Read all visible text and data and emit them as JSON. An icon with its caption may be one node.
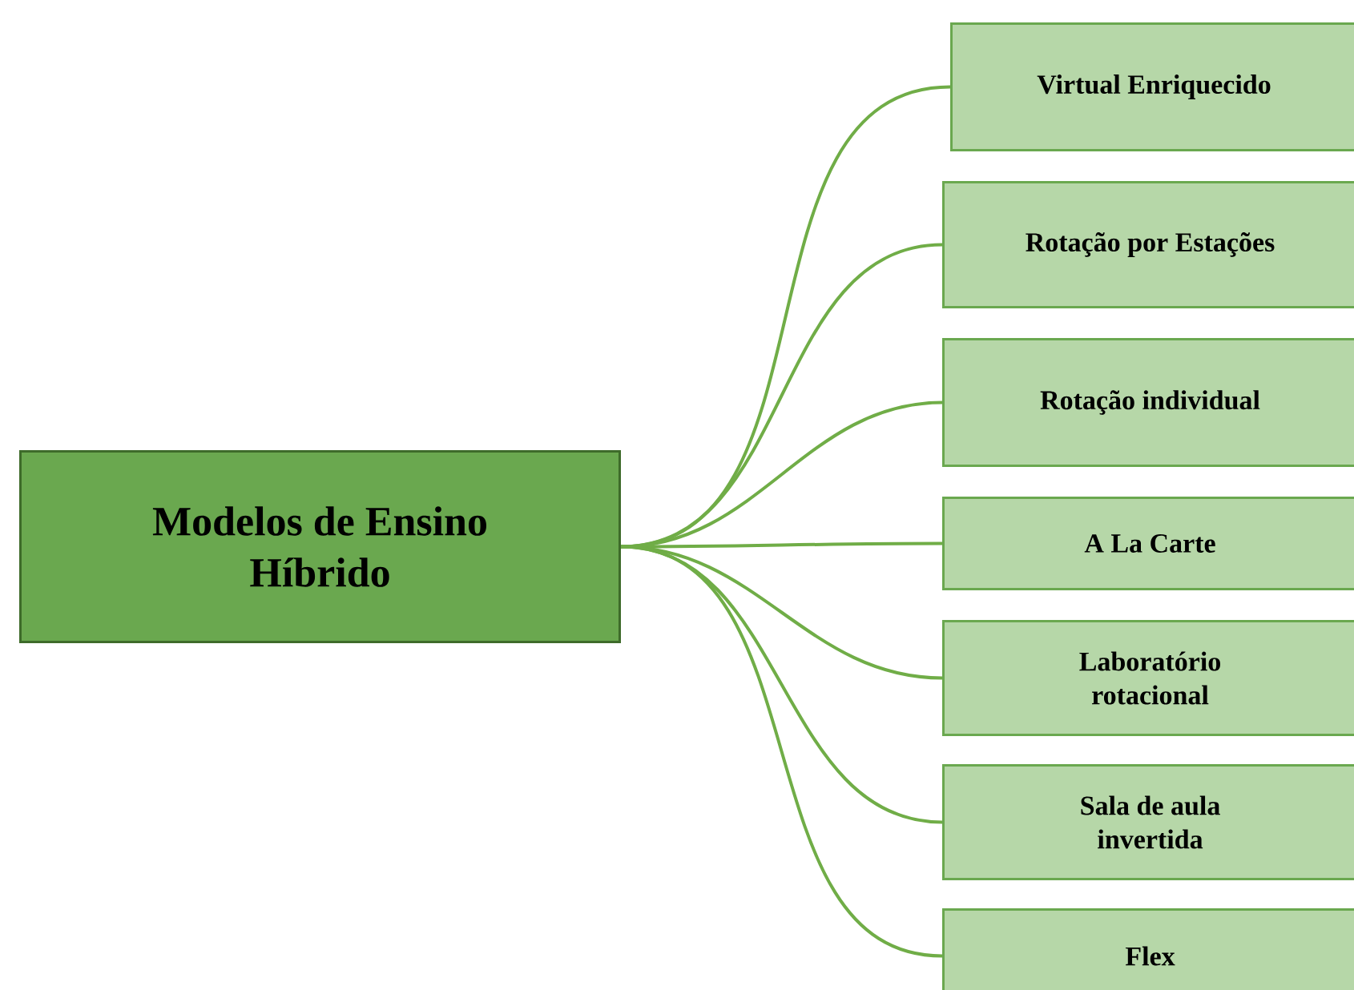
{
  "diagram": {
    "nodes": [
      {
        "text": [
          "Modelos de Ensino Híbrido"
        ]
      },
      {
        "text": [
          "Virtual Enriquecido"
        ]
      },
      {
        "text": [
          "Rotação por Estações"
        ]
      },
      {
        "text": [
          "Rotação individual"
        ]
      },
      {
        "text": [
          "A La Carte"
        ]
      },
      {
        "text": [
          "Laboratório rotacional"
        ]
      },
      {
        "text": [
          "Sala de aula invertida"
        ]
      },
      {
        "text": [
          "Flex"
        ]
      }
    ],
    "edges": [
      {
        "from": 0,
        "to": 1,
        "arrow": "none"
      },
      {
        "from": 0,
        "to": 2,
        "arrow": "none"
      },
      {
        "from": 0,
        "to": 3,
        "arrow": "none"
      },
      {
        "from": 0,
        "to": 4,
        "arrow": "none"
      },
      {
        "from": 0,
        "to": 5,
        "arrow": "none"
      },
      {
        "from": 0,
        "to": 6,
        "arrow": "none"
      },
      {
        "from": 0,
        "to": 7,
        "arrow": "none"
      }
    ]
  }
}
